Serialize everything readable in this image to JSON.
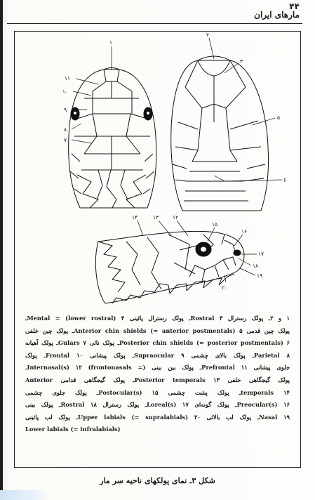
{
  "header": {
    "page_number": "۴۴",
    "running_title": "مارهای ایران"
  },
  "figure": {
    "dorsal_labels": [
      "۱",
      "۱۱",
      "۱۰",
      "۹",
      "۸",
      "۷"
    ],
    "ventral_labels": [
      "۲",
      "۳",
      "۵",
      "۶"
    ],
    "lateral_labels": [
      "۱۴",
      "۱۳",
      "۱۲",
      "۱۵",
      "۱۶",
      "۱۷",
      "۱۸",
      "۱۹",
      "۲۰"
    ]
  },
  "caption_lines": [
    "۱ و ۲ـ پولک رسترال Rostral ۳ـ پولک رسترال پائینی Mental = (lower rostral) ۴ـ",
    "پولک چین قدمی Anterior chin shields (= anterior postmentals) ۵ـ پولک چین خلفی",
    "Posterior chin shields (= posterior postmentals) ۶ـ پولک نائی Gulars ۷ـ پولک آهیانه",
    "Parietal ۸ـ پولک بالای چشمی Supraocular ۹ـ پولک پیشانی Frontal ۱۰ـ پولک",
    "جلوی پیشانی Prefrontal ۱۱ـ پولک بین بینی (= frontonasals) Internasal(s) ۱۲ـ",
    "پولک گیجگاهی خلفی Posterior temporals ۱۳ـ پولک گیجگاهی قدامی Anterior",
    "temporals ۱۴ـ پولک پشت چشمی Postocular(s) ۱۵ـ پولک جلوی چشمی",
    "Preocular(s) ۱۶ـ پولک گونه‌ای Loreal(s) ۱۷ـ پولک رسترال Rostral ۱۸ـ پولک بینی",
    "Nasal ۱۹ـ پولک لب بالائی Upper labials (= supralabials) ۲۰ـ پولک لب پائینی",
    "Lower labials (= infralabials)"
  ],
  "figure_title": "شکل ۳ـ نمای پولکهای ناحیه سر مار"
}
